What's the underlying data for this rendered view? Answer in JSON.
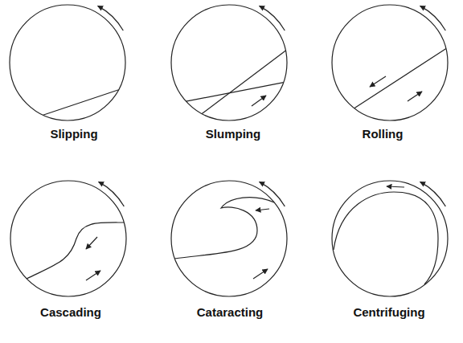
{
  "diagram": {
    "labels": [
      "Slipping",
      "Slumping",
      "Rolling",
      "Cascading",
      "Cataracting",
      "Centrifuging"
    ]
  }
}
